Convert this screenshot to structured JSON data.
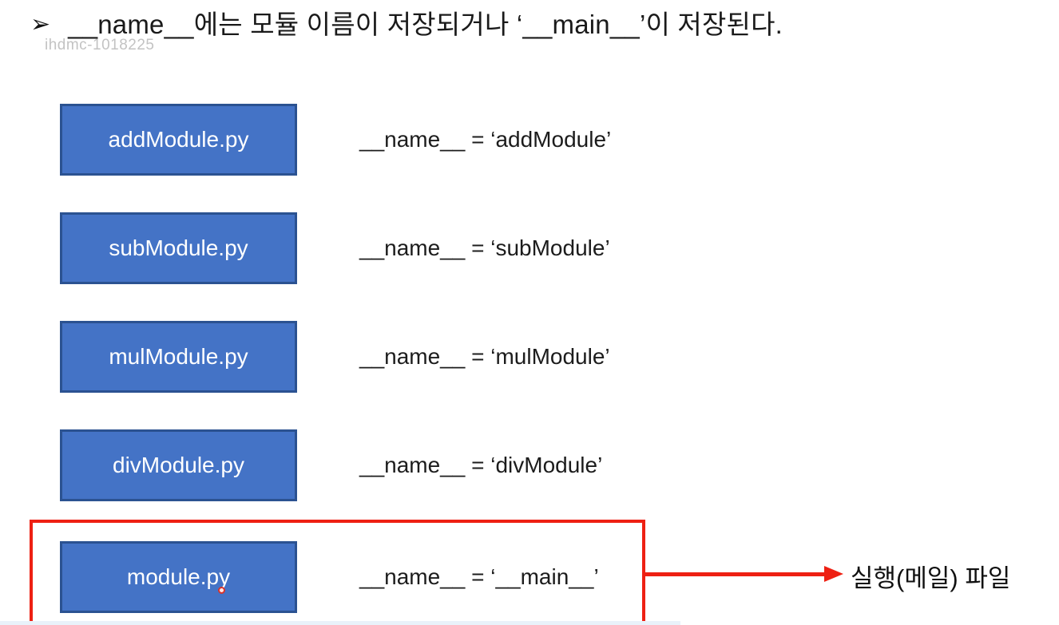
{
  "slide": {
    "title": {
      "bullet": "➢",
      "text": "__name__에는 모듈 이름이 저장되거나 ‘__main__’이 저장된다."
    },
    "watermark": "ihdmc-1018225"
  },
  "rows": [
    {
      "file": "addModule.py",
      "assignment": "__name__ = ‘addModule’",
      "highlighted": false
    },
    {
      "file": "subModule.py",
      "assignment": "__name__ = ‘subModule’",
      "highlighted": false
    },
    {
      "file": "mulModule.py",
      "assignment": "__name__ = ‘mulModule’",
      "highlighted": false
    },
    {
      "file": "divModule.py",
      "assignment": "__name__ = ‘divModule’",
      "highlighted": false
    },
    {
      "file": "module.py",
      "assignment": "__name__ = ‘__main__’",
      "highlighted": true
    }
  ],
  "annotation": {
    "label": "실행(메일) 파일"
  },
  "colors": {
    "box_fill": "#4473c6",
    "box_border": "#2b5291",
    "box_text": "#ffffff",
    "highlight_red": "#ee2013",
    "title_text": "#1a1a1a",
    "watermark_gray": "#c3c3c3"
  }
}
